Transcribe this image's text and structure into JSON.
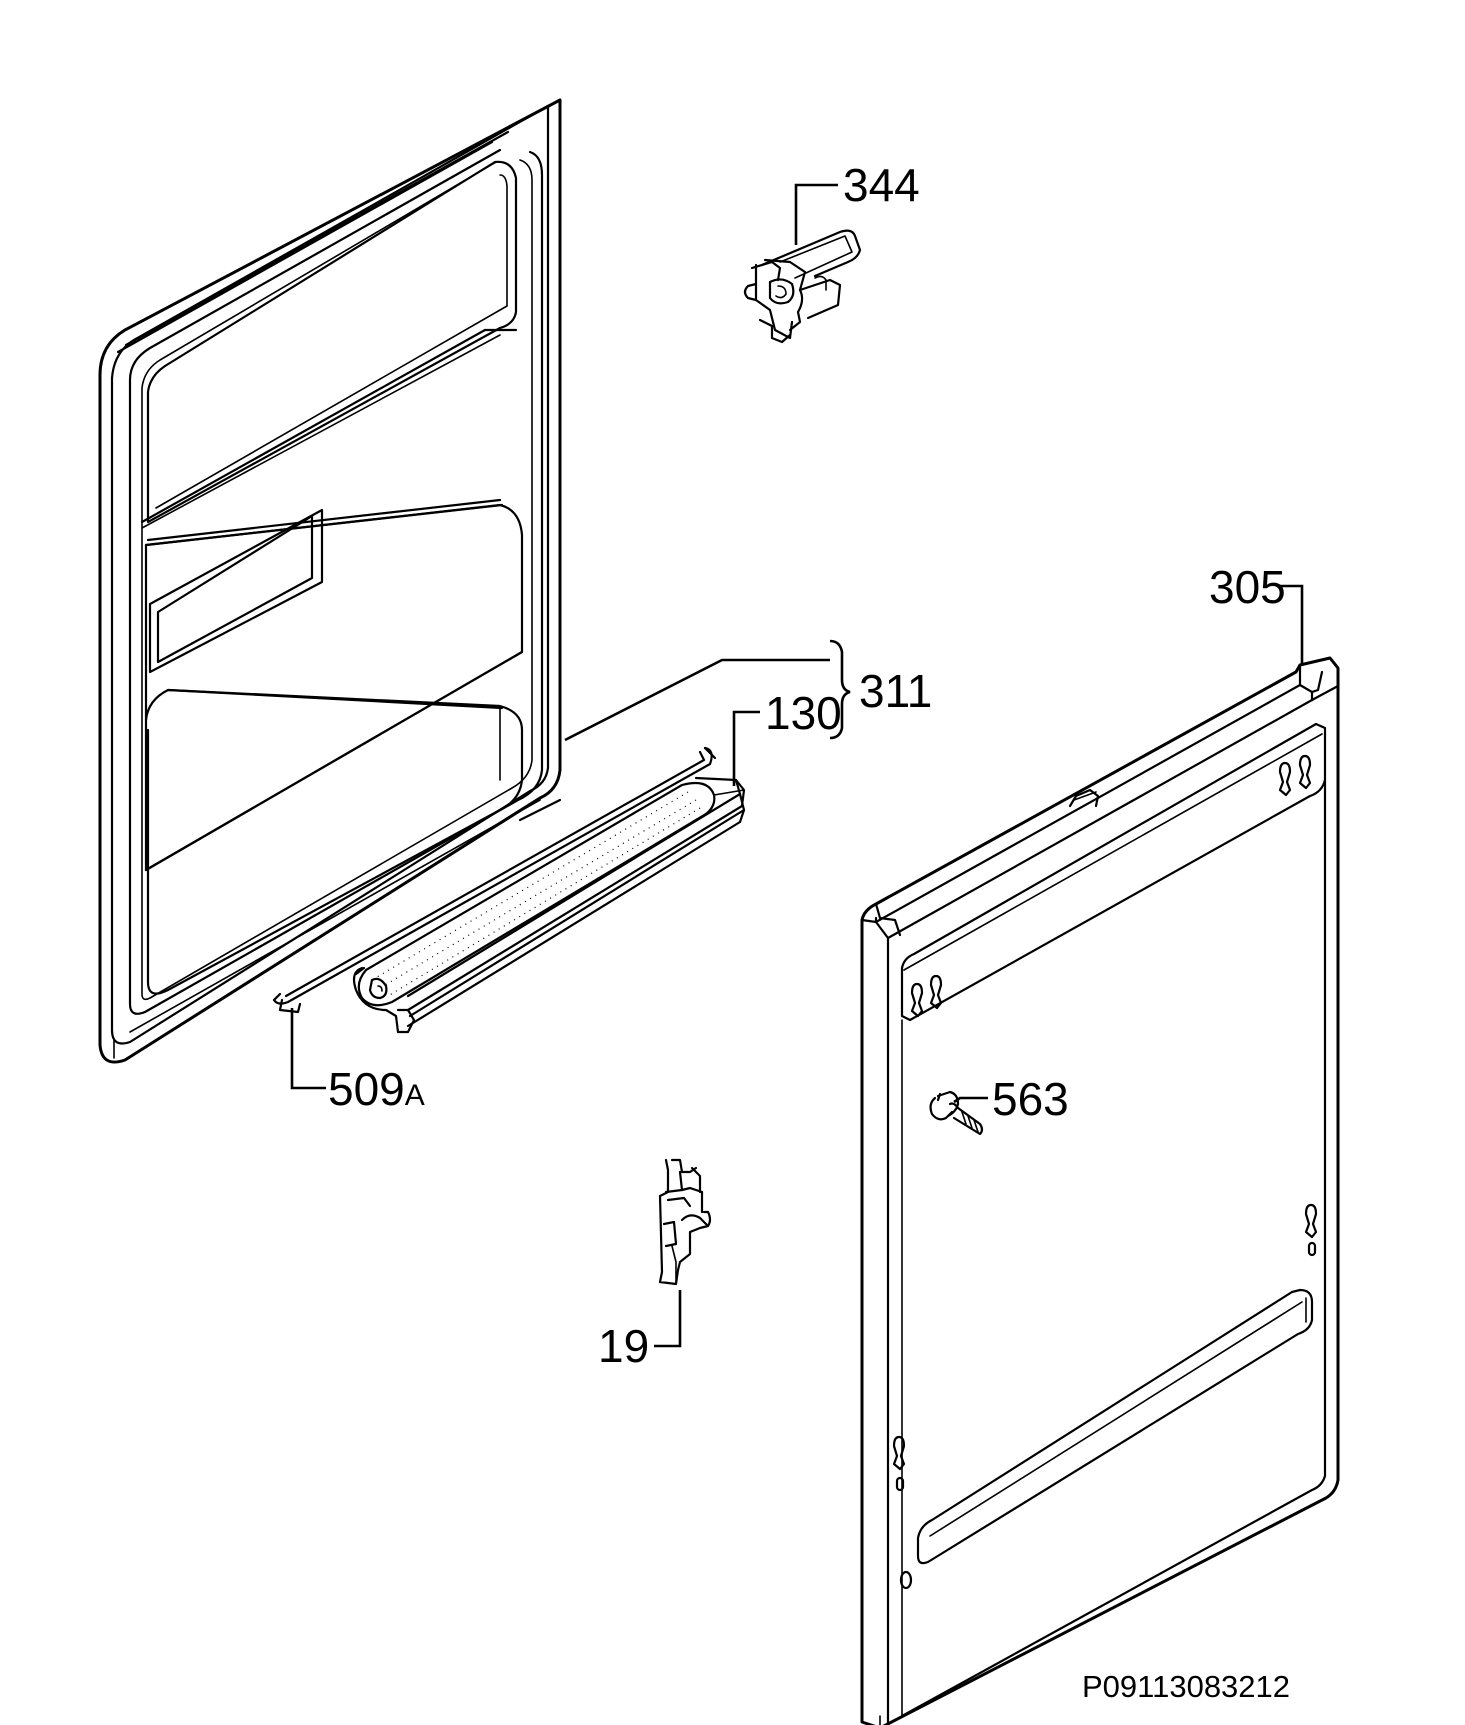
{
  "callouts": {
    "part_344": "344",
    "part_305": "305",
    "part_311": "311",
    "part_130": "130",
    "part_509_num": "509",
    "part_509_suffix": "A",
    "part_563": "563",
    "part_19": "19"
  },
  "drawing_code": "P09113083212"
}
